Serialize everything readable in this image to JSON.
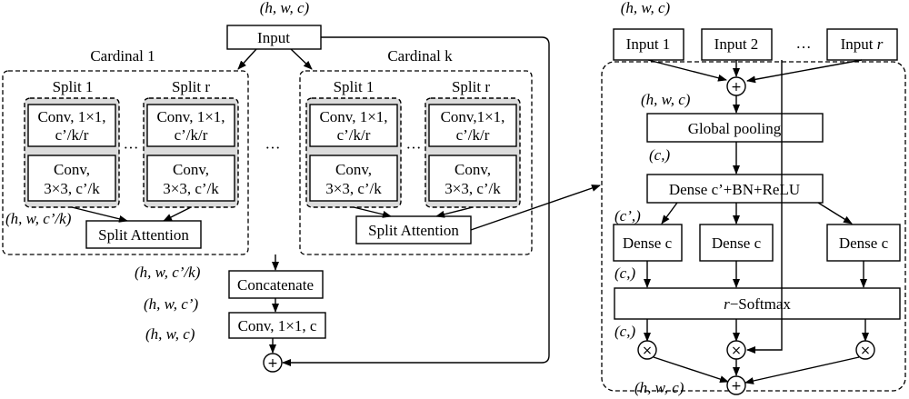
{
  "left": {
    "top_dims": "(h, w, c)",
    "input_label": "Input",
    "cardinal1_title": "Cardinal 1",
    "cardinalk_title": "Cardinal k",
    "split1_title": "Split 1",
    "splitr_title": "Split r",
    "conv1_line1_c1": "Conv, 1×1,",
    "conv1_line1_ck": "Conv,1×1,",
    "conv1_line2": "c’/k/r",
    "conv3_line1": "Conv,",
    "conv3_line2": "3×3, c’/k",
    "ellipsis": "···",
    "split_attention": "Split Attention",
    "dims_split_attention": "(h, w, c’/k)",
    "dims_concat_in": "(h, w, c’/k)",
    "concatenate": "Concatenate",
    "dims_concat_out": "(h, w, c’)",
    "conv_final": "Conv, 1×1, c",
    "dims_conv_out": "(h, w, c)",
    "plus": "+"
  },
  "right": {
    "top_dims": "(h, w, c)",
    "input1": "Input 1",
    "input2": "Input 2",
    "inputr_prefix": "Input ",
    "inputr_var": "r",
    "ellipsis": "…",
    "dims_sum": "(h, w, c)",
    "global_pooling": "Global pooling",
    "dims_pool": "(c,)",
    "dense_main": "Dense c’+BN+ReLU",
    "dims_dense": "(c’,)",
    "dense_c": "Dense c",
    "dims_softmax_in": "(c,)",
    "softmax_var": "r",
    "softmax_rest": "−Softmax",
    "dims_mult": "(c,)",
    "dims_out": "(h, w, c)",
    "plus": "+",
    "times": "×"
  }
}
